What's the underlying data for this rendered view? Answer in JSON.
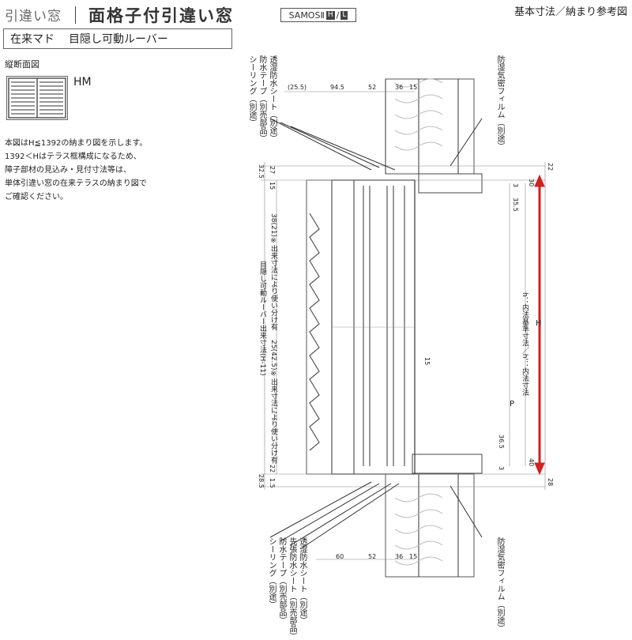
{
  "header": {
    "category": "引違い窓",
    "title": "面格子付引違い窓",
    "product_name": "SAMOSⅡ",
    "product_suffix_h": "H",
    "product_suffix_l": "L",
    "reference": "基本寸法／納まり参考図"
  },
  "spec": {
    "frame": "在来マド",
    "type": "目隠し可動ルーバー"
  },
  "section_label": "縦断面図",
  "thumbnail_label": "HM",
  "note_lines": [
    "本図はH≦1392の納まり図を示します。",
    "1392＜Hはテラス框構成になるため、",
    "障子部材の見込み・見付寸法等は、",
    "単体引違い窓の在来テラスの納まり図で",
    "ご確認ください。"
  ],
  "callouts": {
    "top_left": [
      "シーリング（別途）",
      "防水テープ（別売部品）",
      "透湿防水シート（別途）"
    ],
    "top_right": "防湿気密フィルム（別途）",
    "bottom_left": [
      "シーリング（別途）",
      "防水テープ（別売部品）",
      "先張防水シート（別売部品）",
      "透湿防水シート（別途）"
    ],
    "bottom_right": "防湿気密フィルム（別途）",
    "louver_pitch_a": "目隠し可動ルーバー出来寸法(H-11)",
    "louver_pitch_b": "38(21)※出来寸法により使い分け有",
    "louver_pitch_c": "25(42.5)※出来寸法により使い分け有",
    "inner_ref": "h：内法基準寸法／h'：内法寸法",
    "h_label": "H",
    "p_label": "P"
  },
  "dims_top": [
    "(25.5)",
    "94.5",
    "52",
    "36",
    "15"
  ],
  "dims_bottom": [
    "60",
    "52",
    "36",
    "15"
  ],
  "dims_left": [
    "32.5",
    "15",
    "27",
    "1.5",
    "22",
    "28.5"
  ],
  "dims_right": [
    "22",
    "30",
    "3",
    "35.5",
    "15",
    "36.5",
    "3",
    "40",
    "28"
  ],
  "colors": {
    "line": "#333333",
    "accent": "#d22020",
    "insulation": "#b8b8b8"
  }
}
